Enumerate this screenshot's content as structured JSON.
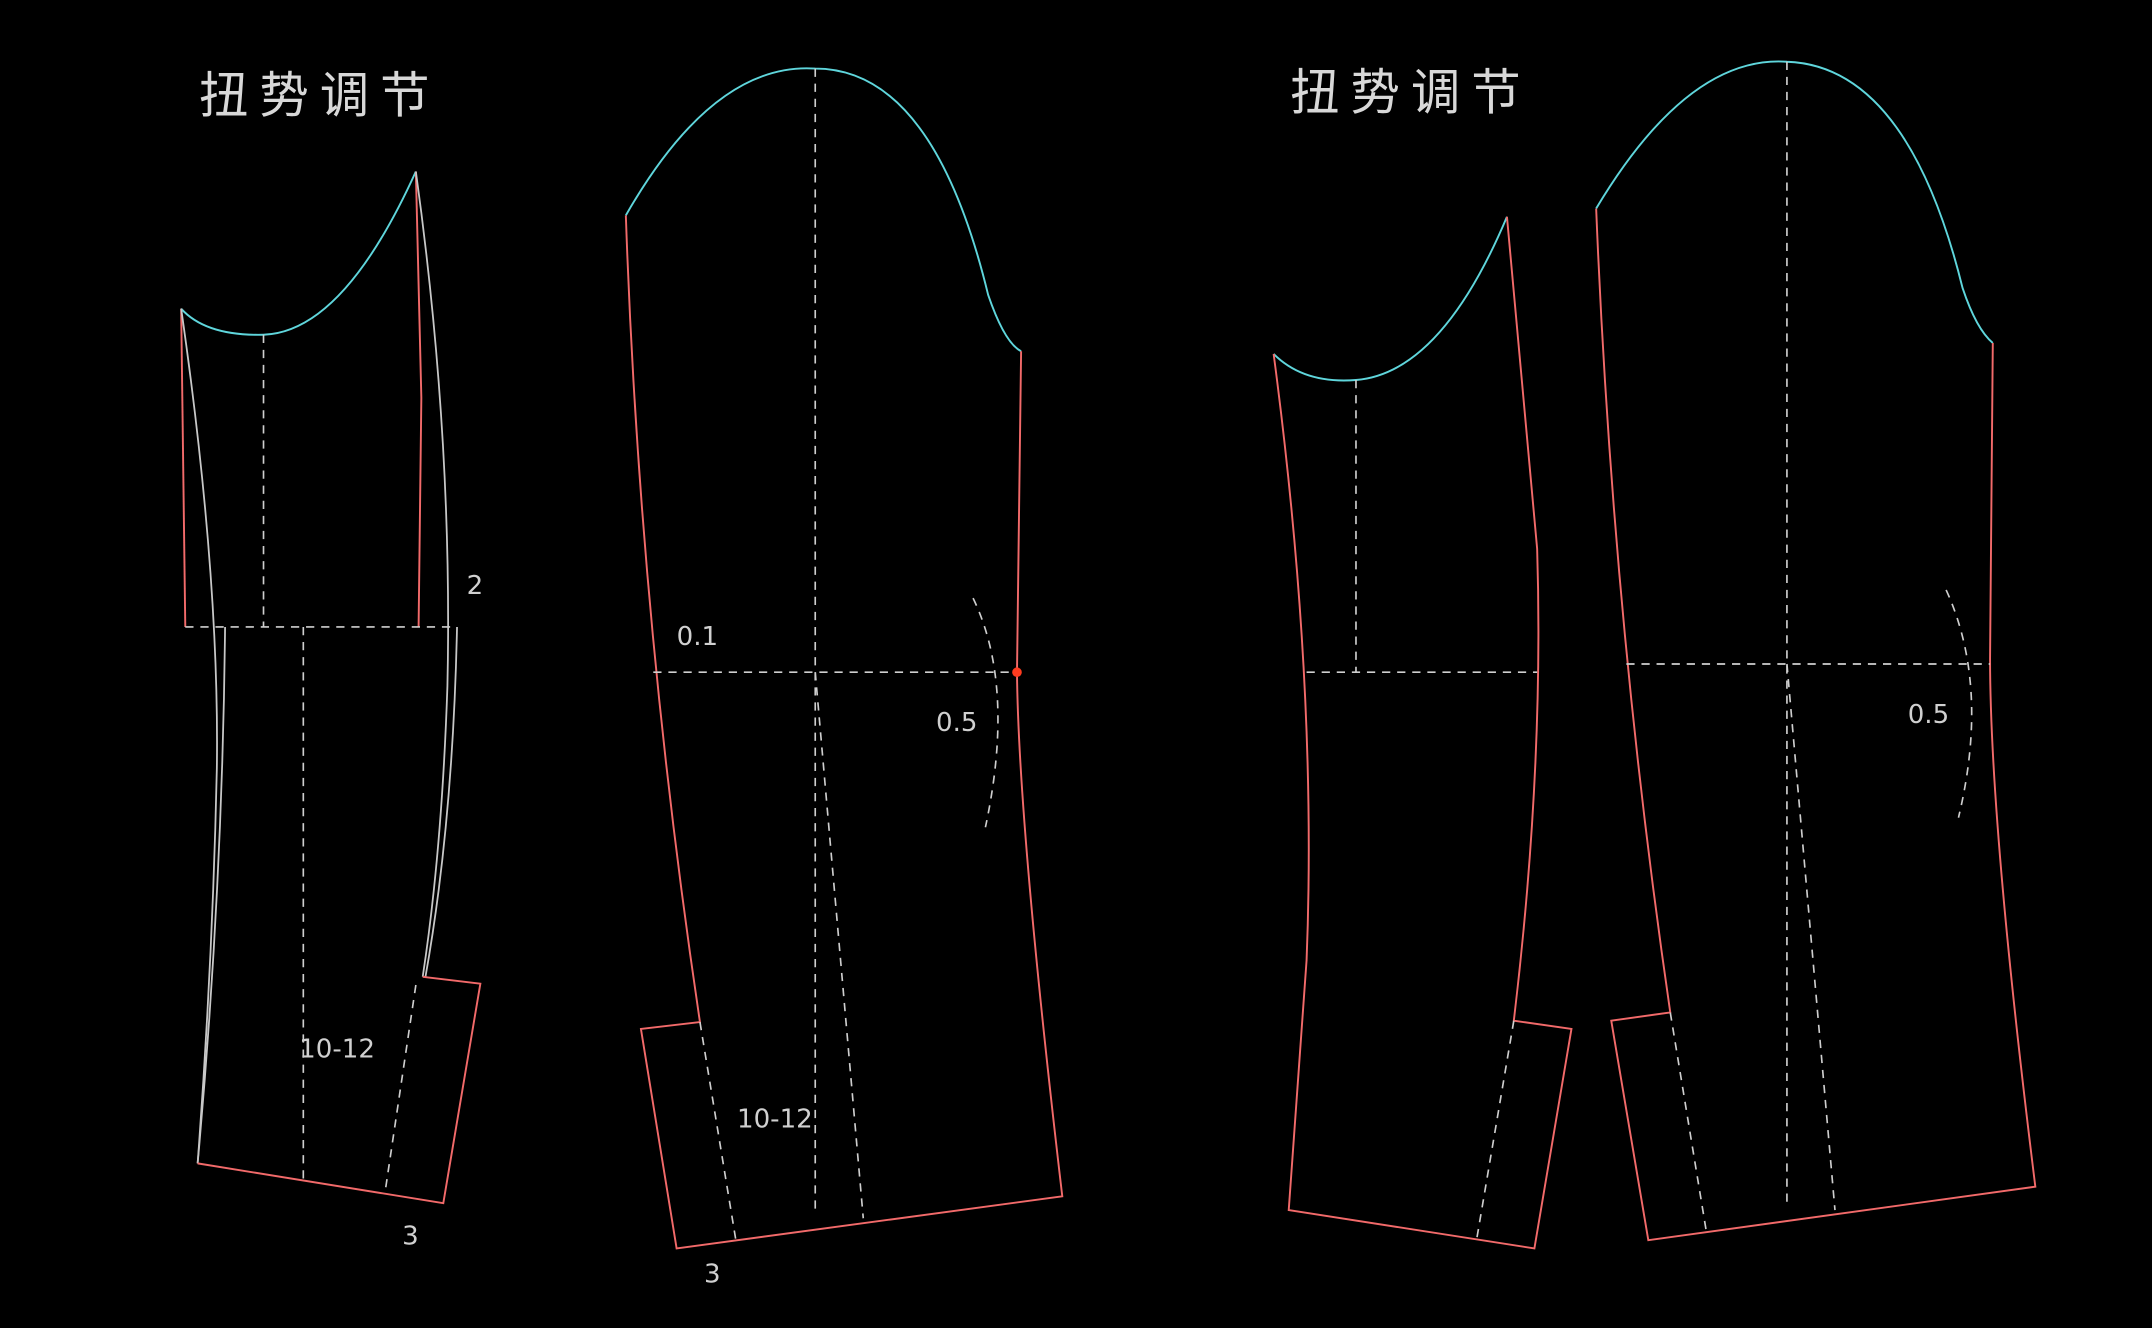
{
  "left_panel": {
    "title": "扭势调节",
    "labels": {
      "cuff_width_small": "2",
      "vent_length_small": "10-12",
      "hem_small": "3",
      "offset": "0.1",
      "twist": "0.5",
      "vent_length_large": "10-12",
      "hem_large": "3"
    }
  },
  "right_panel": {
    "title": "扭势调节",
    "labels": {
      "twist": "0.5"
    }
  },
  "colors": {
    "background": "#000000",
    "outline": "#f26a6a",
    "armhole_curve": "#5fd6dc",
    "guide": "#cfcfcf",
    "marker": "#ff3b1f"
  }
}
